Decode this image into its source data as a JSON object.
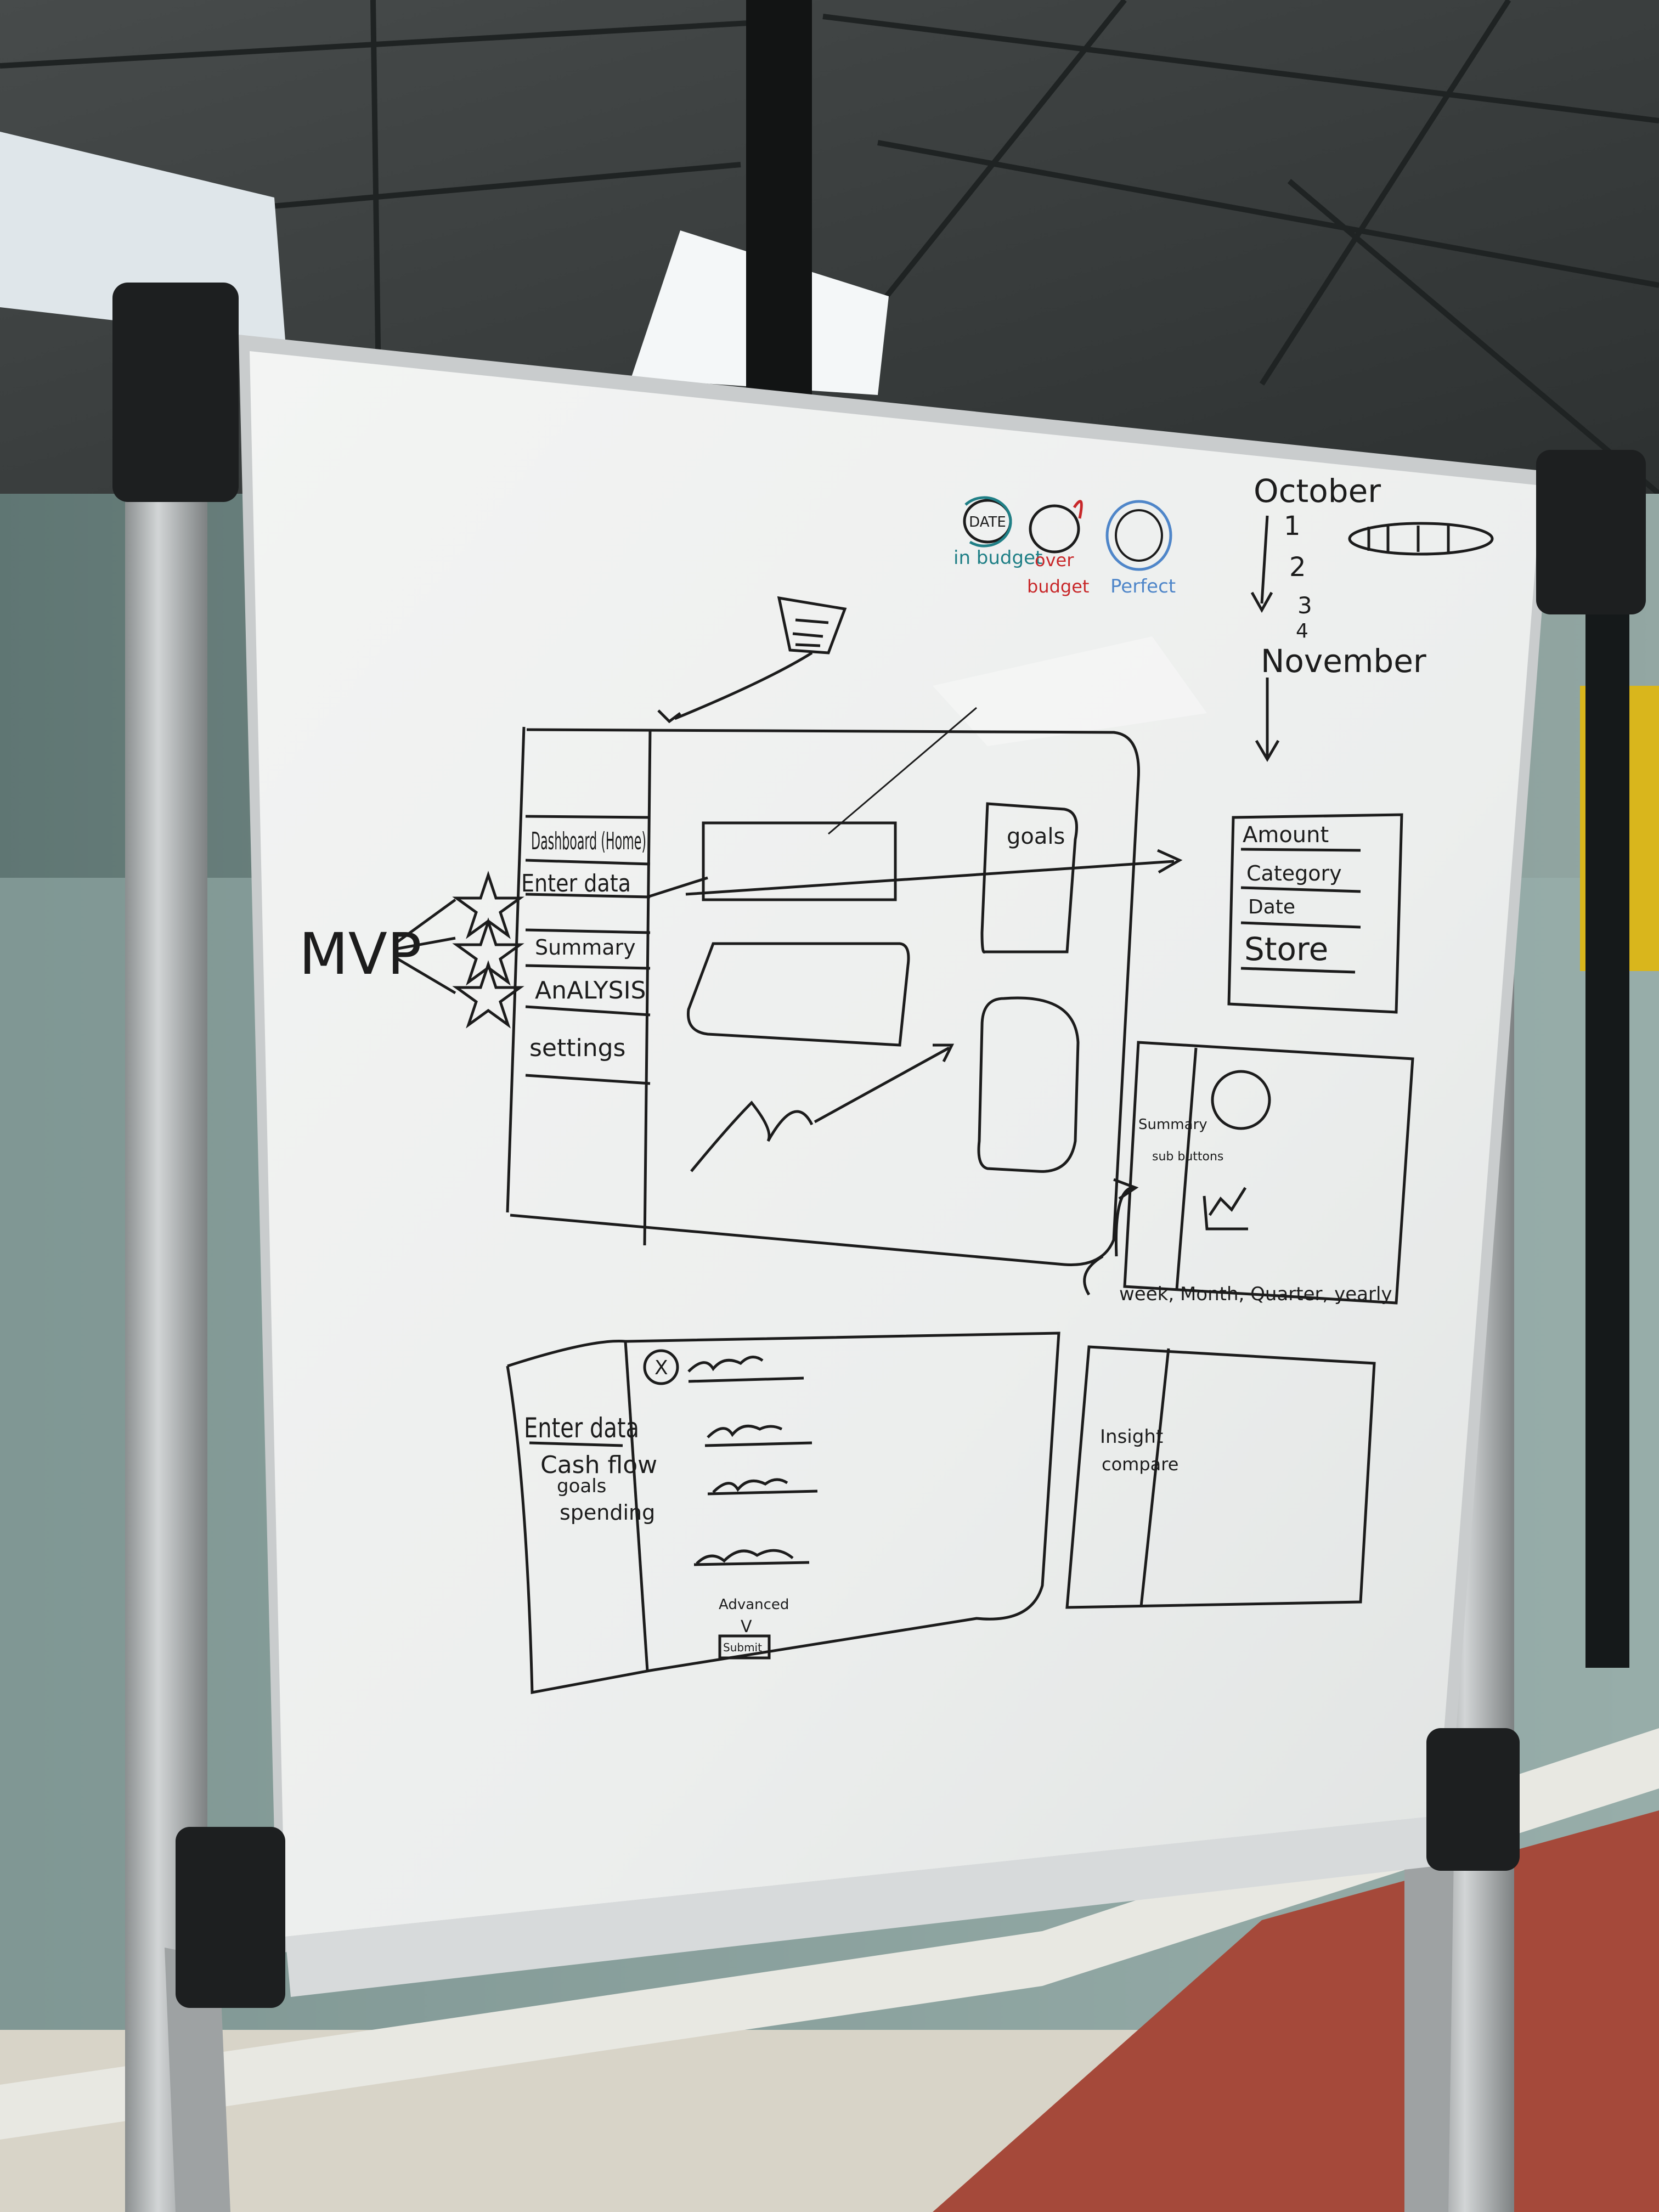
{
  "colors": {
    "ink_black": "#1c1c1c",
    "ink_teal": "#1f7f86",
    "ink_red": "#c8282a",
    "ink_blue": "#4f86c9",
    "board": "#eef0ef",
    "frame": "#b9bcbd",
    "ceiling": "#3d4141",
    "floor_tile": "#a5493a"
  },
  "legend": {
    "circle_date": "DATE",
    "in_budget": "in budget",
    "over_budget_1": "over",
    "over_budget_2": "budget",
    "perfect": "Perfect"
  },
  "timeline": {
    "month_start": "October",
    "step_1": "1",
    "step_2": "2",
    "step_3": "3",
    "step_4": "4",
    "month_end": "November"
  },
  "annotation": {
    "mvp": "MVP"
  },
  "dashboard_sketch": {
    "nav_items": [
      "Dashboard (Home)",
      "Enter data",
      "Summary",
      "AnALYSIS",
      "settings"
    ],
    "goals_label": "goals"
  },
  "form_sketch": {
    "fields": [
      "Amount",
      "Category",
      "Date",
      "Store"
    ]
  },
  "summary_sketch": {
    "side_label_1": "Summary",
    "side_label_2": "sub buttons",
    "caption": "week, Month, Quarter, yearly"
  },
  "enter_data_sketch": {
    "title": "Enter data",
    "items": [
      "Cash flow",
      "goals",
      "spending"
    ],
    "close_mark": "X",
    "advanced": "Advanced",
    "arrow": "V",
    "submit": "Submit"
  },
  "insight_sketch": {
    "label_1": "Insight",
    "label_2": "compare"
  }
}
